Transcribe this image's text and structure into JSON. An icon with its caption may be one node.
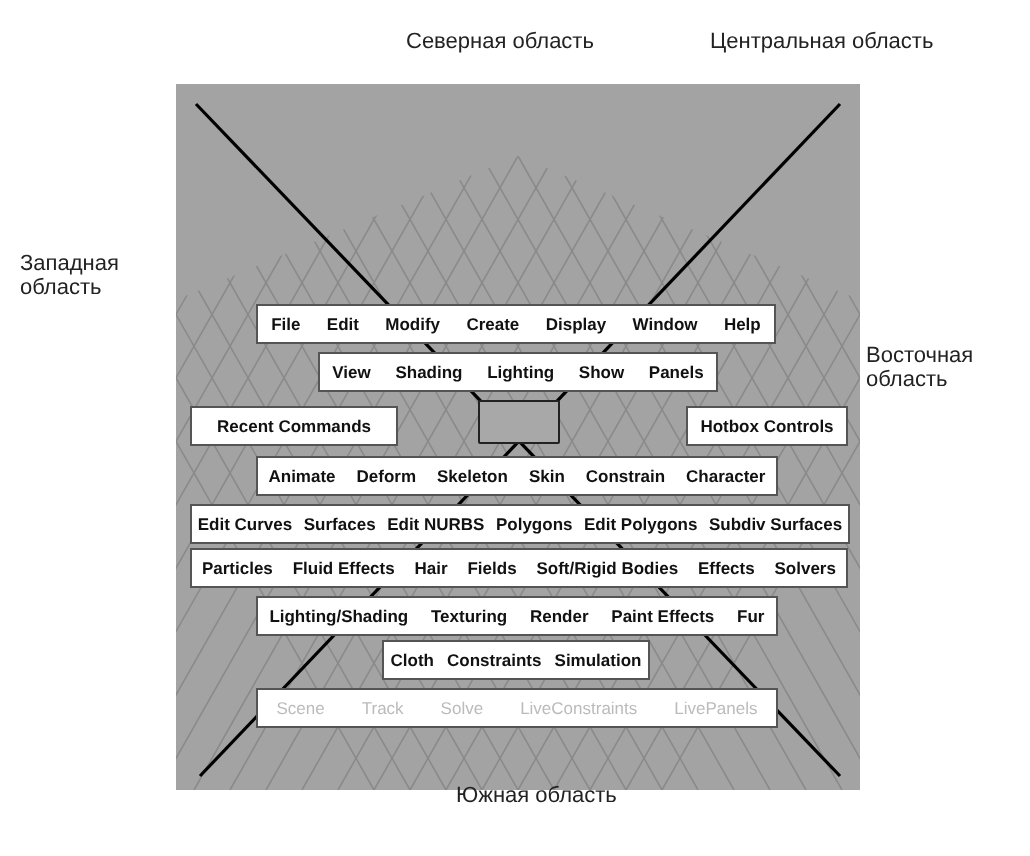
{
  "diagram": {
    "nodes": [
      {
        "text": [
          "File",
          "Edit",
          "Modify",
          "Create",
          "Display",
          "Window",
          "Help"
        ]
      },
      {
        "text": [
          "View",
          "Shading",
          "Lighting",
          "Show",
          "Panels"
        ]
      },
      {
        "text": [
          "Recent Commands"
        ]
      },
      {
        "text": [],
        "shape": "box"
      },
      {
        "text": [
          "Hotbox Controls"
        ]
      },
      {
        "text": [
          "Animate",
          "Deform",
          "Skeleton",
          "Skin",
          "Constrain",
          "Character"
        ]
      },
      {
        "text": [
          "Edit Curves",
          "Surfaces",
          "Edit NURBS",
          "Polygons",
          "Edit Polygons",
          "Subdiv Surfaces"
        ]
      },
      {
        "text": [
          "Particles",
          "Fluid Effects",
          "Hair",
          "Fields",
          "Soft/Rigid Bodies",
          "Effects",
          "Solvers"
        ]
      },
      {
        "text": [
          "Lighting/Shading",
          "Texturing",
          "Render",
          "Paint Effects",
          "Fur"
        ]
      },
      {
        "text": [
          "Cloth",
          "Constraints",
          "Simulation"
        ]
      },
      {
        "text": [
          "Scene",
          "Track",
          "Solve",
          "LiveConstraints",
          "LivePanels"
        ]
      }
    ],
    "labels": [
      "Северная область",
      "Центральная область",
      "Западная область",
      "Восточная область",
      "Южная область"
    ]
  }
}
